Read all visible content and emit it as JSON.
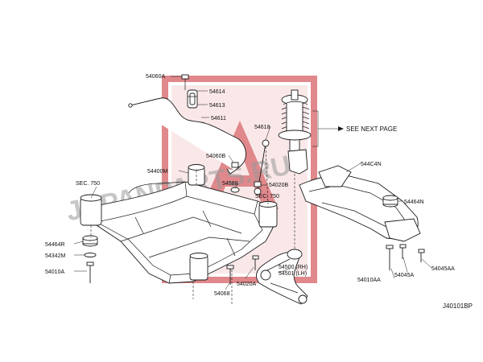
{
  "watermark": {
    "site_text": "JAPANPARTS.RU",
    "logo_initials": "A",
    "colors": {
      "watermark_red": "#c8282d",
      "watermark_gray": "#9a9a9a"
    }
  },
  "labels": {
    "p54060A": "54060A",
    "p54614": "54614",
    "p54613": "54613",
    "p54611": "54611",
    "p54618": "54618",
    "see_next_page": "SEE NEXT PAGE",
    "p54060B": "54060B",
    "p54400M": "54400M",
    "sec750_left": "SEC. 750",
    "p54588": "54588",
    "p54020B": "54020B",
    "sec750_mid": "SEC. 750",
    "p544C4N": "544C4N",
    "p54464N": "54464N",
    "p54464R": "54464R",
    "p54342M": "54342M",
    "p54010A": "54010A",
    "p54500": "54500 (RH)",
    "p54501": "54501 (LH)",
    "p54045AA": "54045AA",
    "p54010AA": "54010AA",
    "p54045A": "54045A",
    "p54020A": "54020A",
    "p54068": "54068",
    "diagram_code": "J40101BP"
  }
}
